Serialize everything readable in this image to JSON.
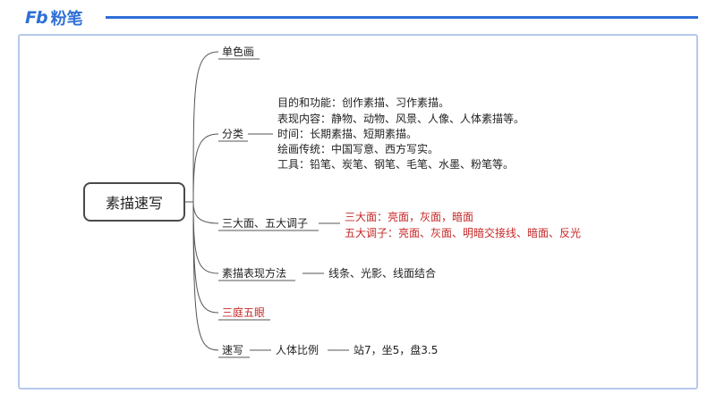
{
  "brand": {
    "mark": "Fb",
    "name": "粉笔"
  },
  "mindmap": {
    "central": "素描速写",
    "branches": [
      {
        "label": "单色画"
      },
      {
        "label": "分类",
        "details": [
          "目的和功能：创作素描、习作素描。",
          "表现内容：静物、动物、风景、人像、人体素描等。",
          "时间：长期素描、短期素描。",
          "绘画传统：中国写意、西方写实。",
          "工具：铅笔、炭笔、钢笔、毛笔、水墨、粉笔等。"
        ]
      },
      {
        "label": "三大面、五大调子",
        "details": [
          "三大面：亮面，灰面，暗面",
          "五大调子：亮面、灰面、明暗交接线、暗面、反光"
        ]
      },
      {
        "label": "素描表现方法",
        "details": [
          "线条、光影、线面结合"
        ]
      },
      {
        "label": "三庭五眼"
      },
      {
        "label": "速写",
        "details": [
          "人体比例",
          "站7，坐5，盘3.5"
        ]
      }
    ]
  },
  "colors": {
    "accent": "#2f6fd6",
    "frame": "#b7c9ec",
    "highlight": "#c62828"
  }
}
